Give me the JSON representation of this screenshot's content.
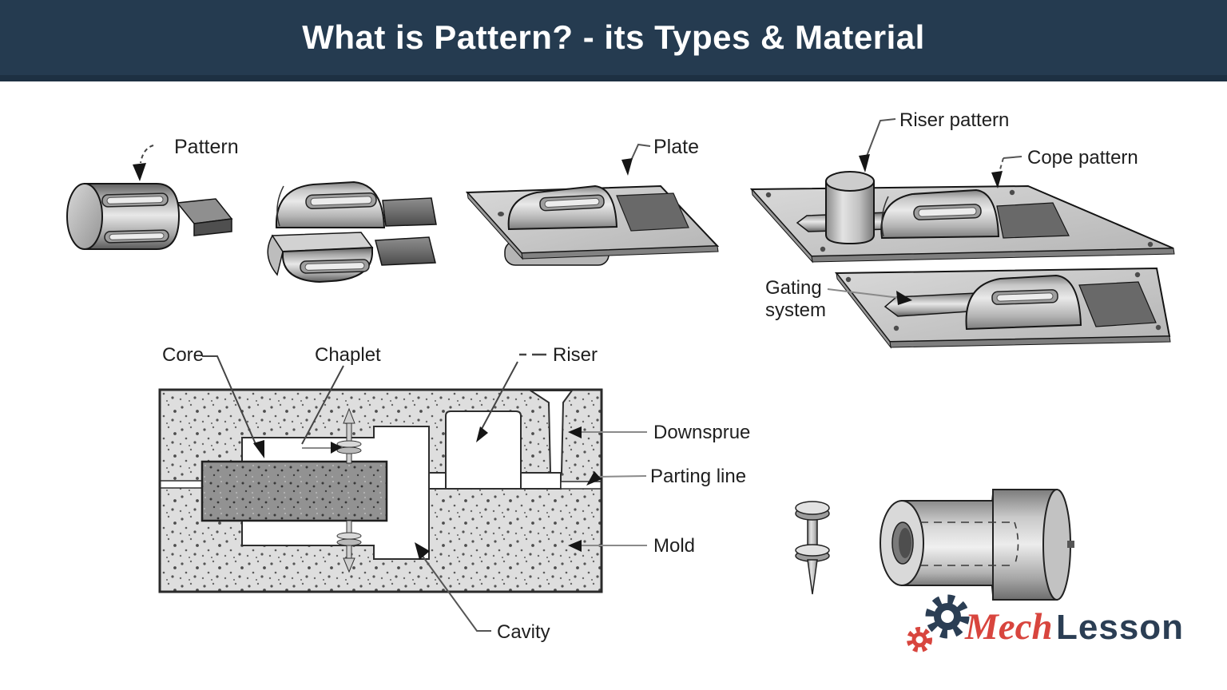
{
  "header": {
    "title": "What is Pattern? - its Types & Material"
  },
  "figures": {
    "solid_pattern": {
      "label": "Pattern"
    },
    "match_plate": {
      "label": "Plate"
    },
    "cope_drag": {
      "riser_label": "Riser pattern",
      "cope_label": "Cope pattern",
      "gating_label_line1": "Gating",
      "gating_label_line2": "system"
    },
    "mold_section": {
      "core_label": "Core",
      "chaplet_label": "Chaplet",
      "riser_label": "Riser",
      "downsprue_label": "Downsprue",
      "parting_line_label": "Parting line",
      "mold_label": "Mold",
      "cavity_label": "Cavity"
    }
  },
  "logo": {
    "brand_part1": "Mech",
    "brand_part2": "Lesson",
    "icons": [
      "gear-icon",
      "gear-icon"
    ]
  },
  "colors": {
    "header_bg": "#253b50",
    "header_text": "#ffffff",
    "label_text": "#1f1f1f",
    "logo_red": "#d8453e",
    "logo_navy": "#2b3e54"
  }
}
